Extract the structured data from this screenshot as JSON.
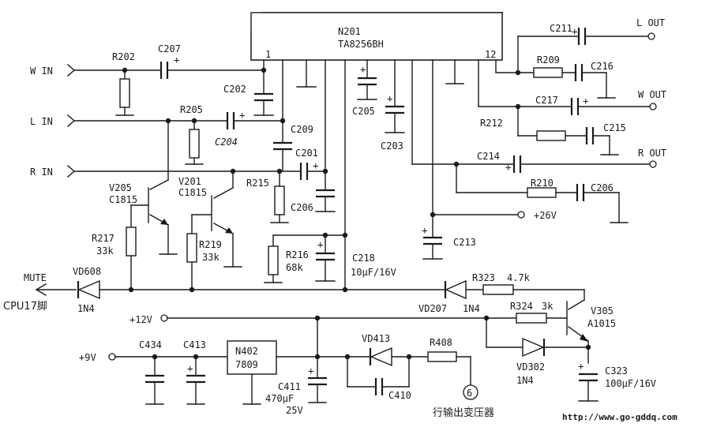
{
  "ic": {
    "ref": "N201",
    "part": "TA8256BH",
    "pin1": "1",
    "pin12": "12"
  },
  "regulator": {
    "ref": "N402",
    "part": "7809"
  },
  "inputs": {
    "w_in": "W IN",
    "l_in": "L IN",
    "r_in": "R IN"
  },
  "outputs": {
    "l_out": "L OUT",
    "w_out": "W OUT",
    "r_out": "R OUT"
  },
  "rails": {
    "v26": "+26V",
    "v12": "+12V",
    "v9": "+9V"
  },
  "mute": {
    "label": "MUTE",
    "source": "CPU17脚"
  },
  "resistors": {
    "r202": "R202",
    "r205": "R205",
    "r215": "R215",
    "r217": "R217",
    "r217_val": "33k",
    "r219": "R219",
    "r219_val": "33k",
    "r216": "R216",
    "r216_val": "68k",
    "r209": "R209",
    "r212": "R212",
    "r210": "R210",
    "r323": "R323",
    "r323_val": "4.7k",
    "r324": "R324",
    "r324_val": "3k",
    "r408": "R408"
  },
  "capacitors": {
    "c207": "C207",
    "c202": "C202",
    "c204": "C204",
    "c209": "C209",
    "c201": "C201",
    "c206a": "C206",
    "c205": "C205",
    "c203": "C203",
    "c218": "C218",
    "c218_val": "10μF/16V",
    "c213": "C213",
    "c211": "C211",
    "c216": "C216",
    "c217": "C217",
    "c215": "C215",
    "c214": "C214",
    "c206b": "C206",
    "c323": "C323",
    "c323_val": "100μF/16V",
    "c434": "C434",
    "c413": "C413",
    "c411": "C411",
    "c411_val1": "470μF",
    "c411_val2": "25V",
    "c410": "C410"
  },
  "transistors": {
    "v205": "V205",
    "v205_part": "C1815",
    "v201": "V201",
    "v201_part": "C1815",
    "v305": "V305",
    "v305_part": "A1015"
  },
  "diodes": {
    "vd608": "VD608",
    "vd608_part": "1N4",
    "vd207": "VD207",
    "vd207_part": "1N4",
    "vd413": "VD413",
    "vd302": "VD302",
    "vd302_part": "1N4"
  },
  "flyback": {
    "pin": "6",
    "label": "行输出变压器"
  },
  "watermark": "http://www.go-gddq.com"
}
